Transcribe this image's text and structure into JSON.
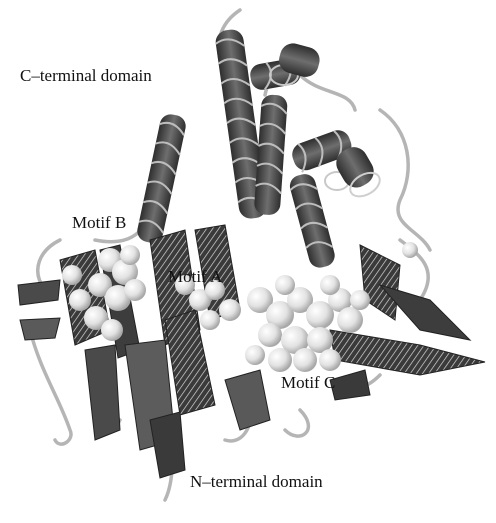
{
  "labels": {
    "c_terminal": "C–terminal domain",
    "motif_b": "Motif B",
    "motif_a": "Motif A",
    "motif_c": "Motif C",
    "n_terminal": "N–terminal domain"
  },
  "colors": {
    "helix_dark": "#4a4a4a",
    "helix_light": "#9a9a9a",
    "sheet_dark": "#2f2f2f",
    "coil": "#b8b8b8",
    "sphere": "#e6e6e6",
    "background": "#ffffff"
  }
}
